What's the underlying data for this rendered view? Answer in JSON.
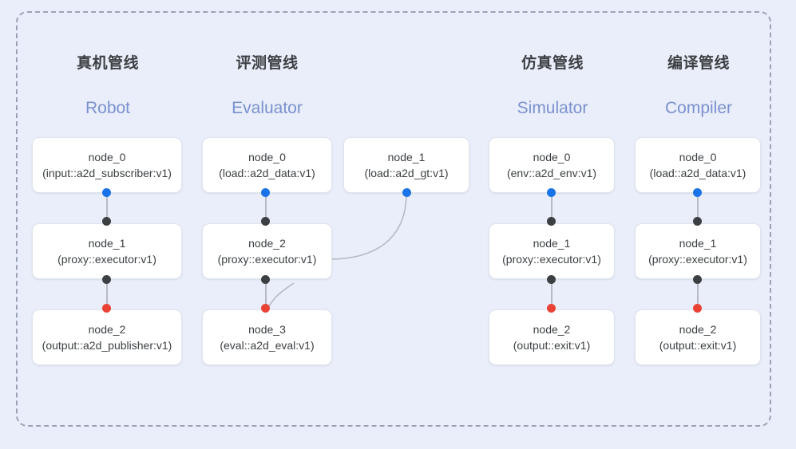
{
  "frame": {
    "style": "dashed",
    "border_color": "#9aa3b5"
  },
  "palette": {
    "background": "#e9eefa",
    "card": "#ffffff",
    "card_border": "#dfe3ec",
    "title_cn": "#3c4043",
    "title_en": "#7b91cf",
    "port_in": "#1a73e8",
    "port_mid": "#3c4043",
    "port_out": "#ea4335",
    "edge": "#b6bac4"
  },
  "columns": [
    {
      "id": "robot",
      "title_cn": "真机管线",
      "title_en": "Robot",
      "nodes": [
        {
          "name": "node_0",
          "spec": "(input::a2d_subscriber:v1)"
        },
        {
          "name": "node_1",
          "spec": "(proxy::executor:v1)"
        },
        {
          "name": "node_2",
          "spec": "(output::a2d_publisher:v1)"
        }
      ]
    },
    {
      "id": "evaluator",
      "title_cn": "评测管线",
      "title_en": "Evaluator",
      "nodes": [
        {
          "name": "node_0",
          "spec": "(load::a2d_data:v1)"
        },
        {
          "name": "node_2",
          "spec": "(proxy::executor:v1)"
        },
        {
          "name": "node_3",
          "spec": "(eval::a2d_eval:v1)"
        },
        {
          "name": "node_1",
          "spec": "(load::a2d_gt:v1)"
        }
      ]
    },
    {
      "id": "simulator",
      "title_cn": "仿真管线",
      "title_en": "Simulator",
      "nodes": [
        {
          "name": "node_0",
          "spec": "(env::a2d_env:v1)"
        },
        {
          "name": "node_1",
          "spec": "(proxy::executor:v1)"
        },
        {
          "name": "node_2",
          "spec": "(output::exit:v1)"
        }
      ]
    },
    {
      "id": "compiler",
      "title_cn": "编译管线",
      "title_en": "Compiler",
      "nodes": [
        {
          "name": "node_0",
          "spec": "(load::a2d_data:v1)"
        },
        {
          "name": "node_1",
          "spec": "(proxy::executor:v1)"
        },
        {
          "name": "node_2",
          "spec": "(output::exit:v1)"
        }
      ]
    }
  ]
}
